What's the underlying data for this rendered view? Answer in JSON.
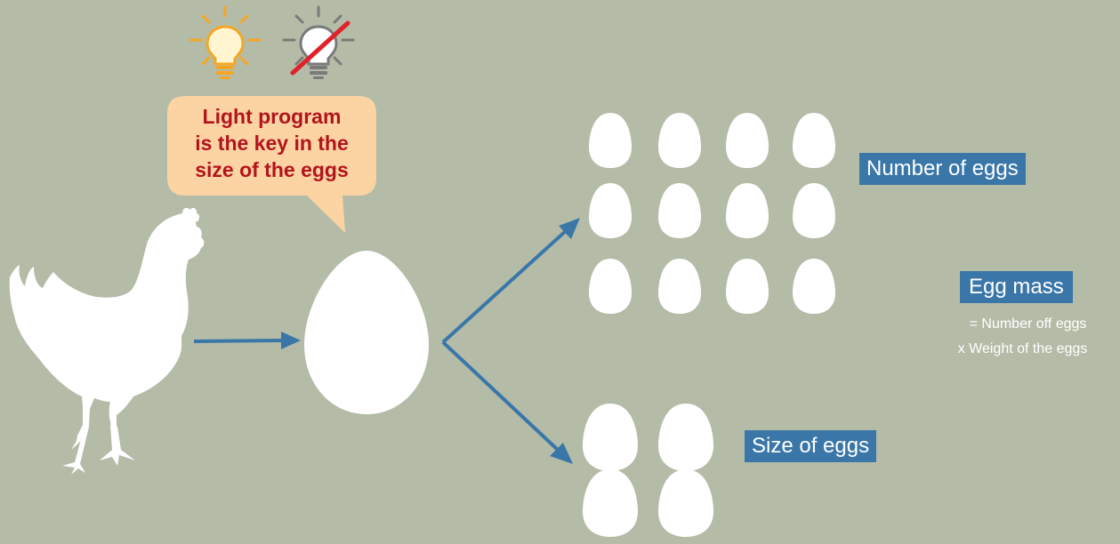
{
  "speech_bubble": {
    "lines": [
      "Light program",
      "is the key in the",
      "size of the eggs"
    ]
  },
  "labels": {
    "number_of_eggs": "Number of eggs",
    "size_of_eggs": "Size of eggs",
    "egg_mass": "Egg mass"
  },
  "formula": {
    "line1": "= Number off eggs",
    "line2": "x Weight of the eggs"
  },
  "icons": {
    "bulb_on": "lightbulb-on-icon",
    "bulb_off": "lightbulb-off-icon",
    "hen": "hen-icon",
    "egg": "egg-icon"
  },
  "colors": {
    "background": "#b4bca8",
    "bubble": "#fcd4a4",
    "bubble_text": "#b3141c",
    "arrow": "#3a76a8",
    "label_box": "#3a76a8",
    "bulb_on": "#f5a623",
    "bulb_off": "#777777",
    "strike": "#e0202a",
    "egg": "#ffffff"
  }
}
